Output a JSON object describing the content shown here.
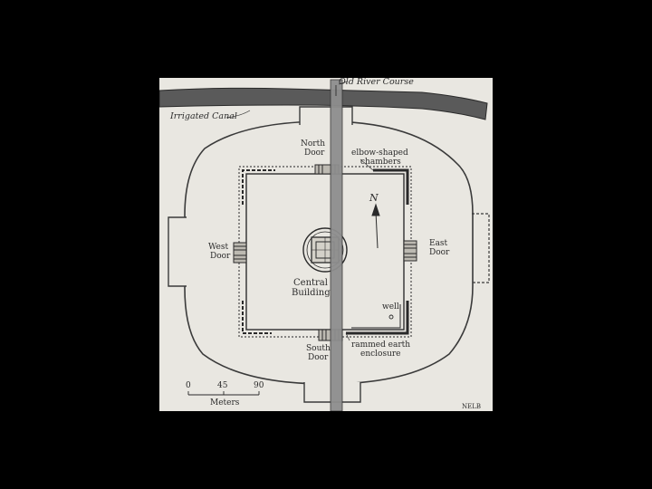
{
  "map": {
    "labels": {
      "old_river_course": "Old River Course",
      "irrigated_canal": "Irrigated Canal",
      "north_door_1": "North",
      "north_door_2": "Door",
      "elbow_1": "elbow-shaped",
      "elbow_2": "chambers",
      "west_door_1": "West",
      "west_door_2": "Door",
      "east_door_1": "East",
      "east_door_2": "Door",
      "central_1": "Central",
      "central_2": "Building",
      "well": "well",
      "south_door_1": "South",
      "south_door_2": "Door",
      "rammed_1": "rammed earth",
      "rammed_2": "enclosure",
      "north_arrow": "N",
      "credit": "NELB"
    },
    "scale_bar": {
      "ticks": [
        "0",
        "45",
        "90"
      ],
      "unit": "Meters"
    }
  }
}
